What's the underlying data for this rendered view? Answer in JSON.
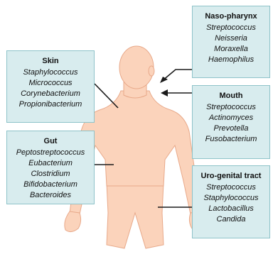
{
  "diagram": {
    "skin": {
      "title": "Skin",
      "organisms": [
        "Staphylococcus",
        "Micrococcus",
        "Corynebacterium",
        "Propionibacterium"
      ]
    },
    "gut": {
      "title": "Gut",
      "organisms": [
        "Peptostreptococcus",
        "Eubacterium",
        "Clostridium",
        "Bifidobacterium",
        "Bacteroides"
      ]
    },
    "naso": {
      "title": "Naso-pharynx",
      "organisms": [
        "Streptococcus",
        "Neisseria",
        "Moraxella",
        "Haemophilus"
      ]
    },
    "mouth": {
      "title": "Mouth",
      "organisms": [
        "Streptococcus",
        "Actinomyces",
        "Prevotella",
        "Fusobacterium"
      ]
    },
    "uro": {
      "title": "Uro-genital tract",
      "organisms": [
        "Streptococcus",
        "Staphylococcus",
        "Lactobacillus",
        "Candida"
      ]
    }
  },
  "colors": {
    "body_fill": "#fbd3bb",
    "body_stroke": "#e8a98a",
    "box_fill": "#d8ecee",
    "box_border": "#8ec3c9",
    "line": "#1a1a1a"
  }
}
